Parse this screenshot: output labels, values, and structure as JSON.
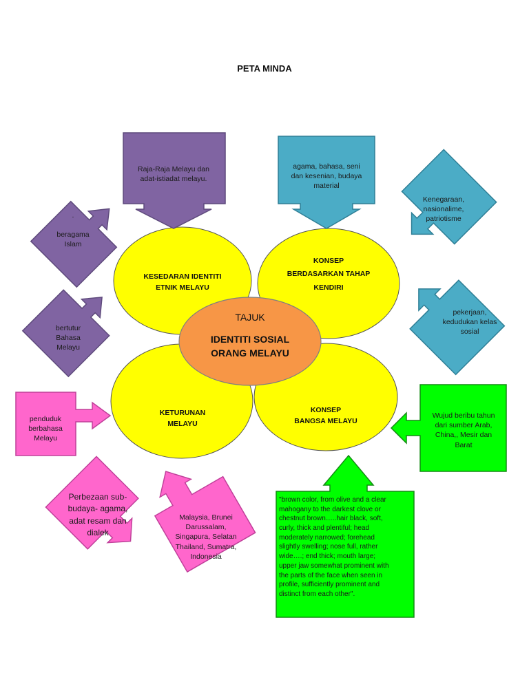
{
  "title": "PETA MINDA",
  "center": {
    "label": "TAJUK",
    "title": "IDENTITI SOSIAL\nORANG MELAYU"
  },
  "petals": {
    "top_left": "KESEDARAN IDENTITI\nETNIK MELAYU",
    "top_right": "KONSEP\nBERDASARKAN TAHAP\nKENDIRI",
    "bottom_left": "KETURUNAN\nMELAYU",
    "bottom_right": "KONSEP\nBANGSA MELAYU"
  },
  "boxes": {
    "raja": "Raja-Raja Melayu dan\nadat-istiadat melayu.",
    "islam_dot": ".",
    "islam": "beragama\nIslam",
    "bahasa": "bertutur\nBahasa\nMelayu",
    "agama": "agama, bahasa, seni\ndan kesenian, budaya\nmaterial",
    "kenegaraan": "Kenegaraan,\nnasionalime,\npatriotisme",
    "pekerjaan": "pekerjaan,\nkedudukan kelas\nsosial",
    "penduduk": "penduduk\nberbahasa\nMelayu",
    "perbezaan": "Perbezaan sub-\nbudaya- agama,\nadat resam dan\ndialek",
    "malaysia": "Malaysia, Brunei\nDarussalam,\nSingapura, Selatan\nThailand, Sumatra,\nIndonesia",
    "wujud": "Wujud beribu tahun\ndari sumber Arab,\nChina,, Mesir dan\nBarat",
    "quote": "\"brown color, from olive and a clear\nmahogany to the darkest clove or\nchestnut brown…..hair black, soft,\ncurly, thick and plentiful; head\nmoderately narrowed; forehead\nslightly swelling; nose full, rather\nwide….; end thick; mouth large;\nupper jaw somewhat prominent with\nthe parts of the face when seen in\nprofile, sufficiently prominent and\ndistinct from each other\"."
  },
  "colors": {
    "purple": "#8064a2",
    "purple_stroke": "#5e4a7c",
    "blue": "#4bacc6",
    "blue_stroke": "#2f7f96",
    "pink": "#ff66cc",
    "pink_stroke": "#c0409a",
    "green": "#00ff00",
    "green_stroke": "#138a13",
    "yellow": "#ffff00",
    "orange": "#f79646"
  }
}
